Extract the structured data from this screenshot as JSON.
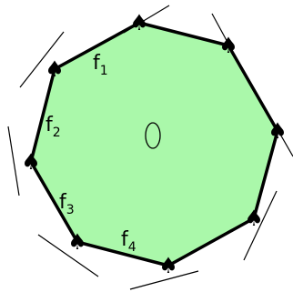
{
  "colors": {
    "face_fill": "#aaf8aa",
    "edge": "#000000",
    "background": "#ffffff"
  },
  "vertex_glyph": "♠",
  "vertex_icon": "spade-icon",
  "center_marker": "0",
  "edge_labels": [
    {
      "base": "f",
      "sub": "1"
    },
    {
      "base": "f",
      "sub": "2"
    },
    {
      "base": "f",
      "sub": "3"
    },
    {
      "base": "f",
      "sub": "4"
    }
  ]
}
